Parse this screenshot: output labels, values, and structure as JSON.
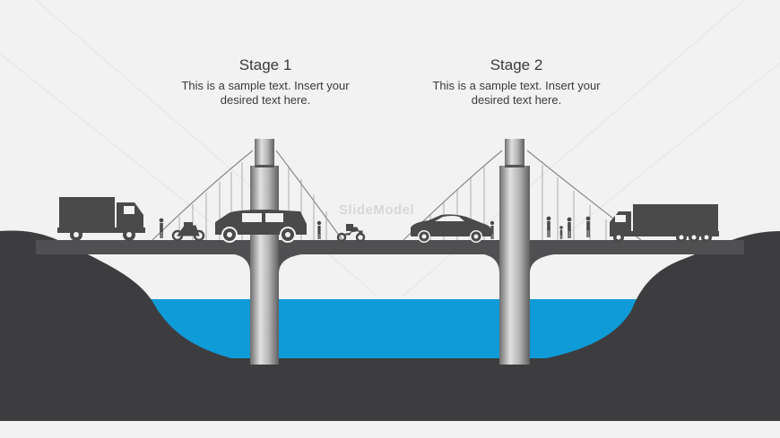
{
  "stages": [
    {
      "title": "Stage 1",
      "description": "This is a sample text. Insert your desired text here."
    },
    {
      "title": "Stage 2",
      "description": "This is a sample text. Insert your desired text here."
    }
  ],
  "watermark": "SlideModel",
  "colors": {
    "background": "#f2f2f2",
    "ground": "#3d3d3f",
    "water": "#0f9bd7",
    "bridge": "#505052",
    "pillar": "#9a9a9a",
    "vehicle": "#4a4a4a",
    "text": "#3a3a3a"
  },
  "icons": [
    "truck-icon",
    "motorcycle-icon",
    "suv-icon",
    "scooter-icon",
    "sedan-icon",
    "semi-truck-icon",
    "pedestrian-icon"
  ]
}
